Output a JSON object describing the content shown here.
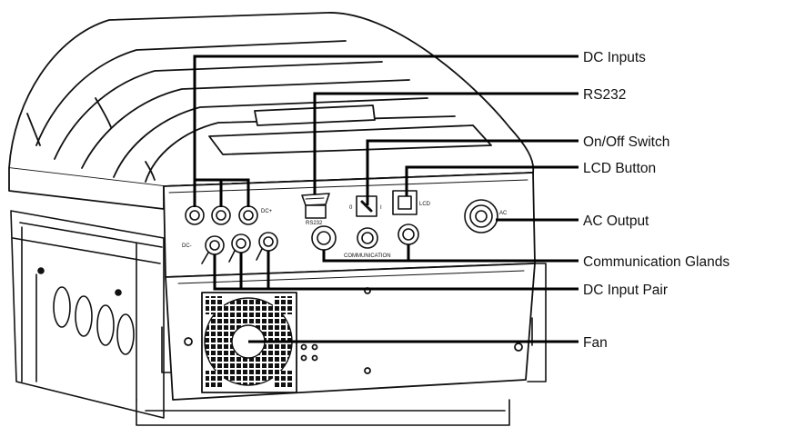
{
  "callouts": [
    {
      "id": "dc-inputs",
      "label": "DC Inputs"
    },
    {
      "id": "rs232",
      "label": "RS232"
    },
    {
      "id": "on-off-switch",
      "label": "On/Off Switch"
    },
    {
      "id": "lcd-button",
      "label": "LCD Button"
    },
    {
      "id": "ac-output",
      "label": "AC Output"
    },
    {
      "id": "communication-glands",
      "label": "Communication Glands"
    },
    {
      "id": "dc-input-pair",
      "label": "DC Input Pair"
    },
    {
      "id": "fan",
      "label": "Fan"
    }
  ],
  "panel_marks": {
    "dc_plus": "DC+",
    "dc_minus": "DC-",
    "rs232_mark": "RS232",
    "switch_off": "0",
    "switch_on": "I",
    "lcd_mark": "LCD",
    "ac_mark": "AC",
    "communication_mark": "COMMUNICATION"
  }
}
